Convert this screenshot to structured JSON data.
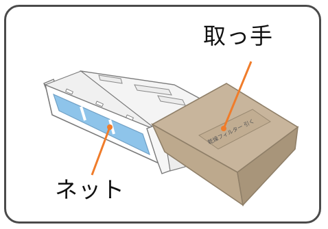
{
  "labels": {
    "handle": "取っ手",
    "net": "ネット"
  },
  "lid_print": "乾燥フィルター 引く",
  "colors": {
    "frame": "#4a4a4a",
    "leader_line": "#f07c2a",
    "mesh": "#8ec4ea",
    "lid": "#c8b59c",
    "body_frame": "#ffffff",
    "outline": "#7a7a7a"
  }
}
